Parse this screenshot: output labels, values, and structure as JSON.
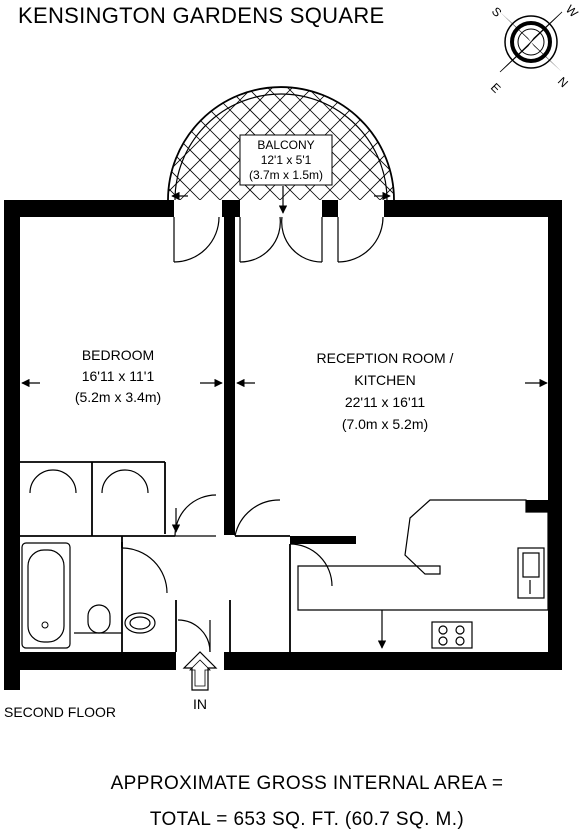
{
  "header": {
    "title": "KENSINGTON GARDENS SQUARE"
  },
  "compass": {
    "labels": [
      "S",
      "W",
      "N",
      "E"
    ]
  },
  "rooms": {
    "balcony": {
      "name": "BALCONY",
      "size_imperial": "12'1 x 5'1",
      "size_metric": "(3.7m x 1.5m)"
    },
    "bedroom": {
      "name": "BEDROOM",
      "size_imperial": "16'11 x 11'1",
      "size_metric": "(5.2m x 3.4m)"
    },
    "reception": {
      "name_line1": "RECEPTION ROOM /",
      "name_line2": "KITCHEN",
      "size_imperial": "22'11 x 16'11",
      "size_metric": "(7.0m x 5.2m)"
    }
  },
  "entrance": {
    "label": "IN"
  },
  "floor": {
    "label": "SECOND FLOOR"
  },
  "footer": {
    "line1": "APPROXIMATE GROSS INTERNAL AREA =",
    "line2": "TOTAL = 653 SQ. FT. (60.7 SQ. M.)"
  }
}
